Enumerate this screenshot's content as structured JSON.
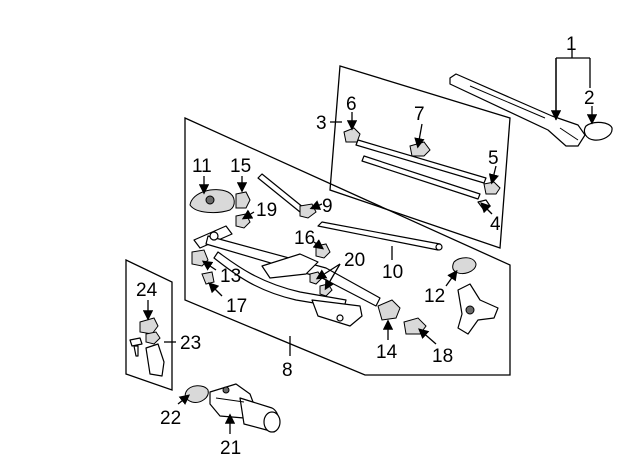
{
  "diagram": {
    "callouts": [
      {
        "id": "1",
        "label": "1"
      },
      {
        "id": "2",
        "label": "2"
      },
      {
        "id": "3",
        "label": "3"
      },
      {
        "id": "4",
        "label": "4"
      },
      {
        "id": "5",
        "label": "5"
      },
      {
        "id": "6",
        "label": "6"
      },
      {
        "id": "7",
        "label": "7"
      },
      {
        "id": "8",
        "label": "8"
      },
      {
        "id": "9",
        "label": "9"
      },
      {
        "id": "10",
        "label": "10"
      },
      {
        "id": "11",
        "label": "11"
      },
      {
        "id": "12",
        "label": "12"
      },
      {
        "id": "13",
        "label": "13"
      },
      {
        "id": "14",
        "label": "14"
      },
      {
        "id": "15",
        "label": "15"
      },
      {
        "id": "16",
        "label": "16"
      },
      {
        "id": "17",
        "label": "17"
      },
      {
        "id": "18",
        "label": "18"
      },
      {
        "id": "19",
        "label": "19"
      },
      {
        "id": "20",
        "label": "20"
      },
      {
        "id": "21",
        "label": "21"
      },
      {
        "id": "22",
        "label": "22"
      },
      {
        "id": "23",
        "label": "23"
      },
      {
        "id": "24",
        "label": "24"
      }
    ],
    "colors": {
      "line": "#000000",
      "background": "#ffffff",
      "shade": "#d9d9d9"
    }
  }
}
